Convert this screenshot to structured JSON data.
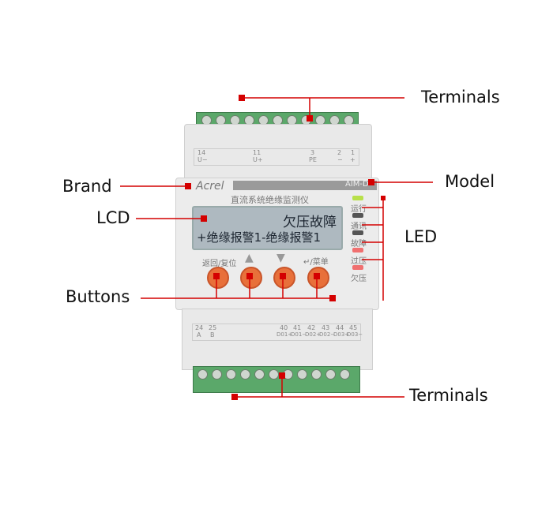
{
  "callouts": {
    "terminals_top": "Terminals",
    "brand": "Brand",
    "model": "Model",
    "lcd": "LCD",
    "led": "LED",
    "buttons": "Buttons",
    "terminals_bottom": "Terminals"
  },
  "device": {
    "brand": "Acrel",
    "model": "AIM-D",
    "title": "直流系统绝缘监测仪",
    "lcd_line1": "欠压故障",
    "lcd_line2": "+绝缘报警1-绝缘报警1",
    "buttons": [
      "返回/复位",
      "▲",
      "▼",
      "↵/菜单"
    ],
    "leds": [
      {
        "label": "运行",
        "color": "#b8e04a"
      },
      {
        "label": "通讯",
        "color": "#555555"
      },
      {
        "label": "故障",
        "color": "#555555"
      },
      {
        "label": "过压",
        "color": "#f07070"
      },
      {
        "label": "欠压",
        "color": "#f07070"
      }
    ],
    "top_terminals": {
      "nums": [
        "14",
        "11",
        "3",
        "2",
        "1"
      ],
      "names": [
        "U−",
        "U+",
        "PE",
        "−",
        "+"
      ]
    },
    "bottom_terminals": {
      "nums": [
        "24",
        "25",
        "40",
        "41",
        "42",
        "43",
        "44",
        "45"
      ],
      "names": [
        "A",
        "B",
        "D01+",
        "D01−",
        "D02+",
        "D02−",
        "D03+",
        "D03−"
      ]
    }
  },
  "colors": {
    "callout": "#d40000",
    "terminal": "#5ba86a",
    "button": "#e8703a"
  }
}
